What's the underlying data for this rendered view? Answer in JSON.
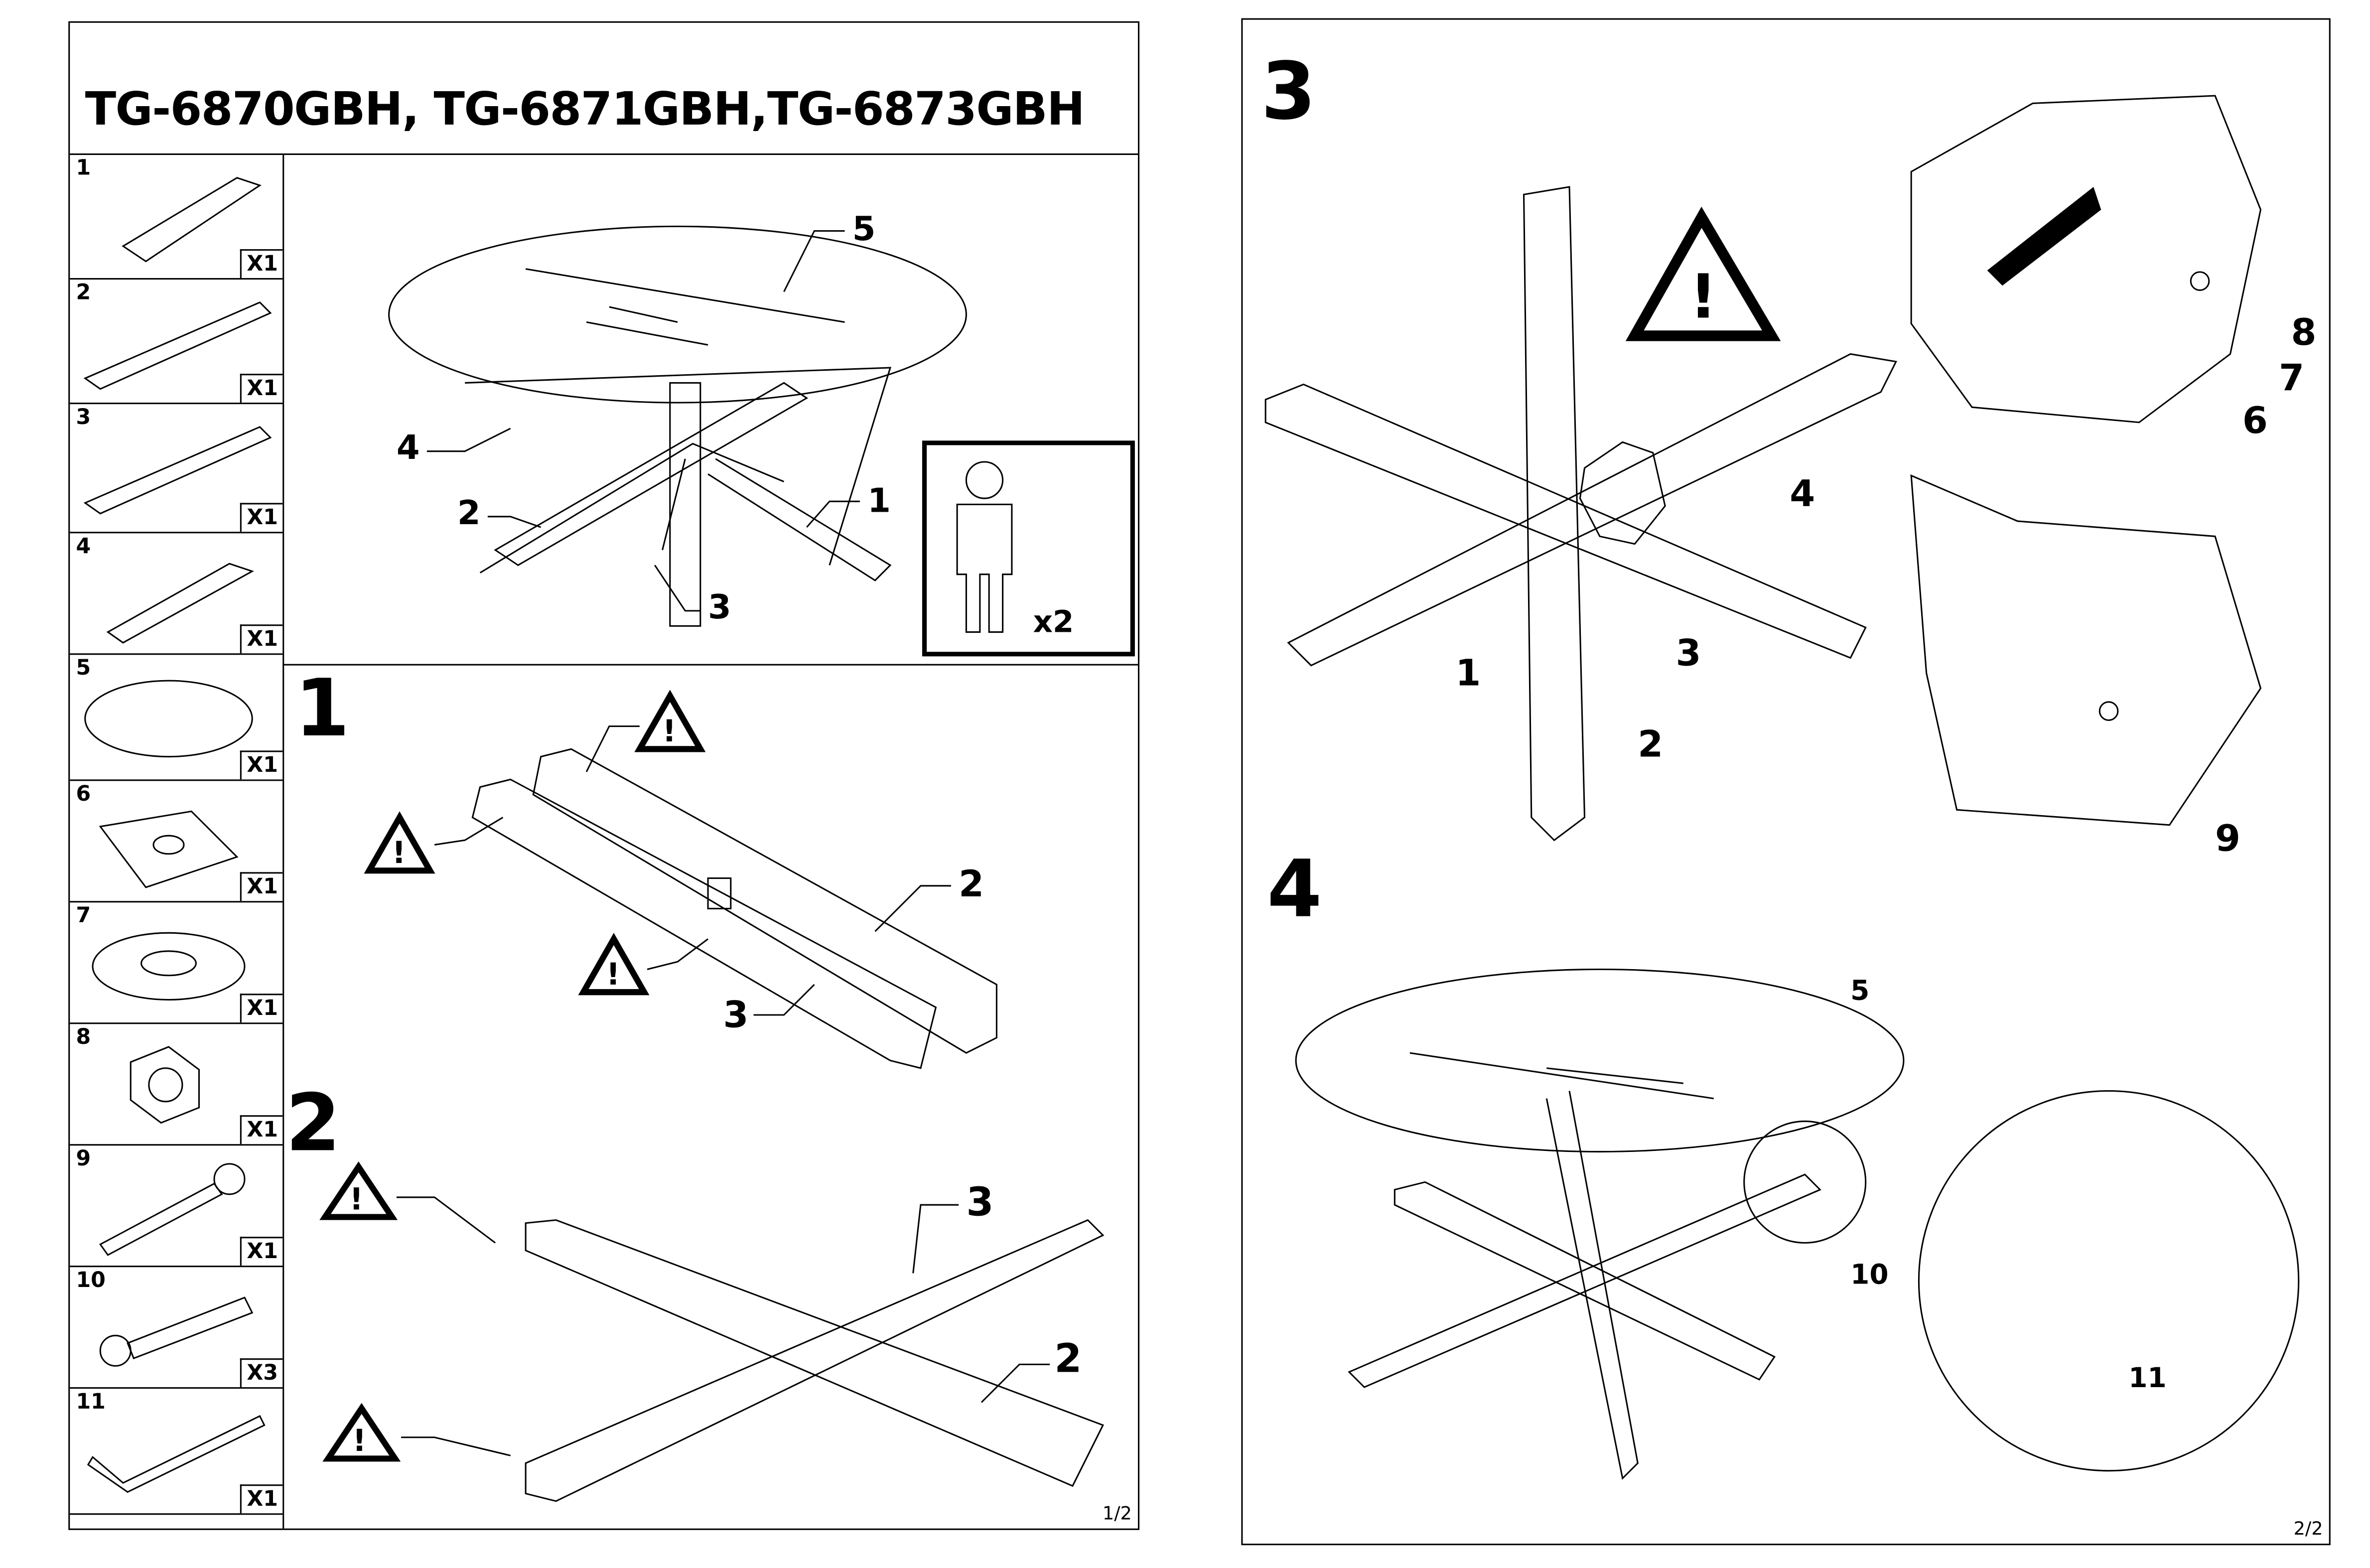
{
  "page1": {
    "title": "TG-6870GBH, TG-6871GBH,TG-6873GBH",
    "page_number": "1/2",
    "parts": [
      {
        "num": "1",
        "qty": "X1",
        "icon": "leg-post"
      },
      {
        "num": "2",
        "qty": "X1",
        "icon": "long-beam"
      },
      {
        "num": "3",
        "qty": "X1",
        "icon": "long-beam"
      },
      {
        "num": "4",
        "qty": "X1",
        "icon": "short-beam"
      },
      {
        "num": "5",
        "qty": "X1",
        "icon": "glass-top"
      },
      {
        "num": "6",
        "qty": "X1",
        "icon": "bracket"
      },
      {
        "num": "7",
        "qty": "X1",
        "icon": "washer"
      },
      {
        "num": "8",
        "qty": "X1",
        "icon": "nut"
      },
      {
        "num": "9",
        "qty": "X1",
        "icon": "eye-bolt"
      },
      {
        "num": "10",
        "qty": "X3",
        "icon": "bolt"
      },
      {
        "num": "11",
        "qty": "X1",
        "icon": "allen-key"
      }
    ],
    "overview": {
      "callouts": [
        "5",
        "4",
        "2",
        "1",
        "3"
      ],
      "persons": "x2"
    },
    "step1": {
      "label": "1",
      "callouts": [
        "2",
        "3"
      ]
    },
    "step2": {
      "label": "2",
      "callouts": [
        "3",
        "2"
      ]
    }
  },
  "page2": {
    "page_number": "2/2",
    "step3": {
      "label": "3",
      "callouts": [
        "4",
        "1",
        "3",
        "2",
        "8",
        "7",
        "6",
        "9"
      ]
    },
    "step4": {
      "label": "4",
      "callouts": [
        "5",
        "10",
        "11"
      ]
    }
  }
}
